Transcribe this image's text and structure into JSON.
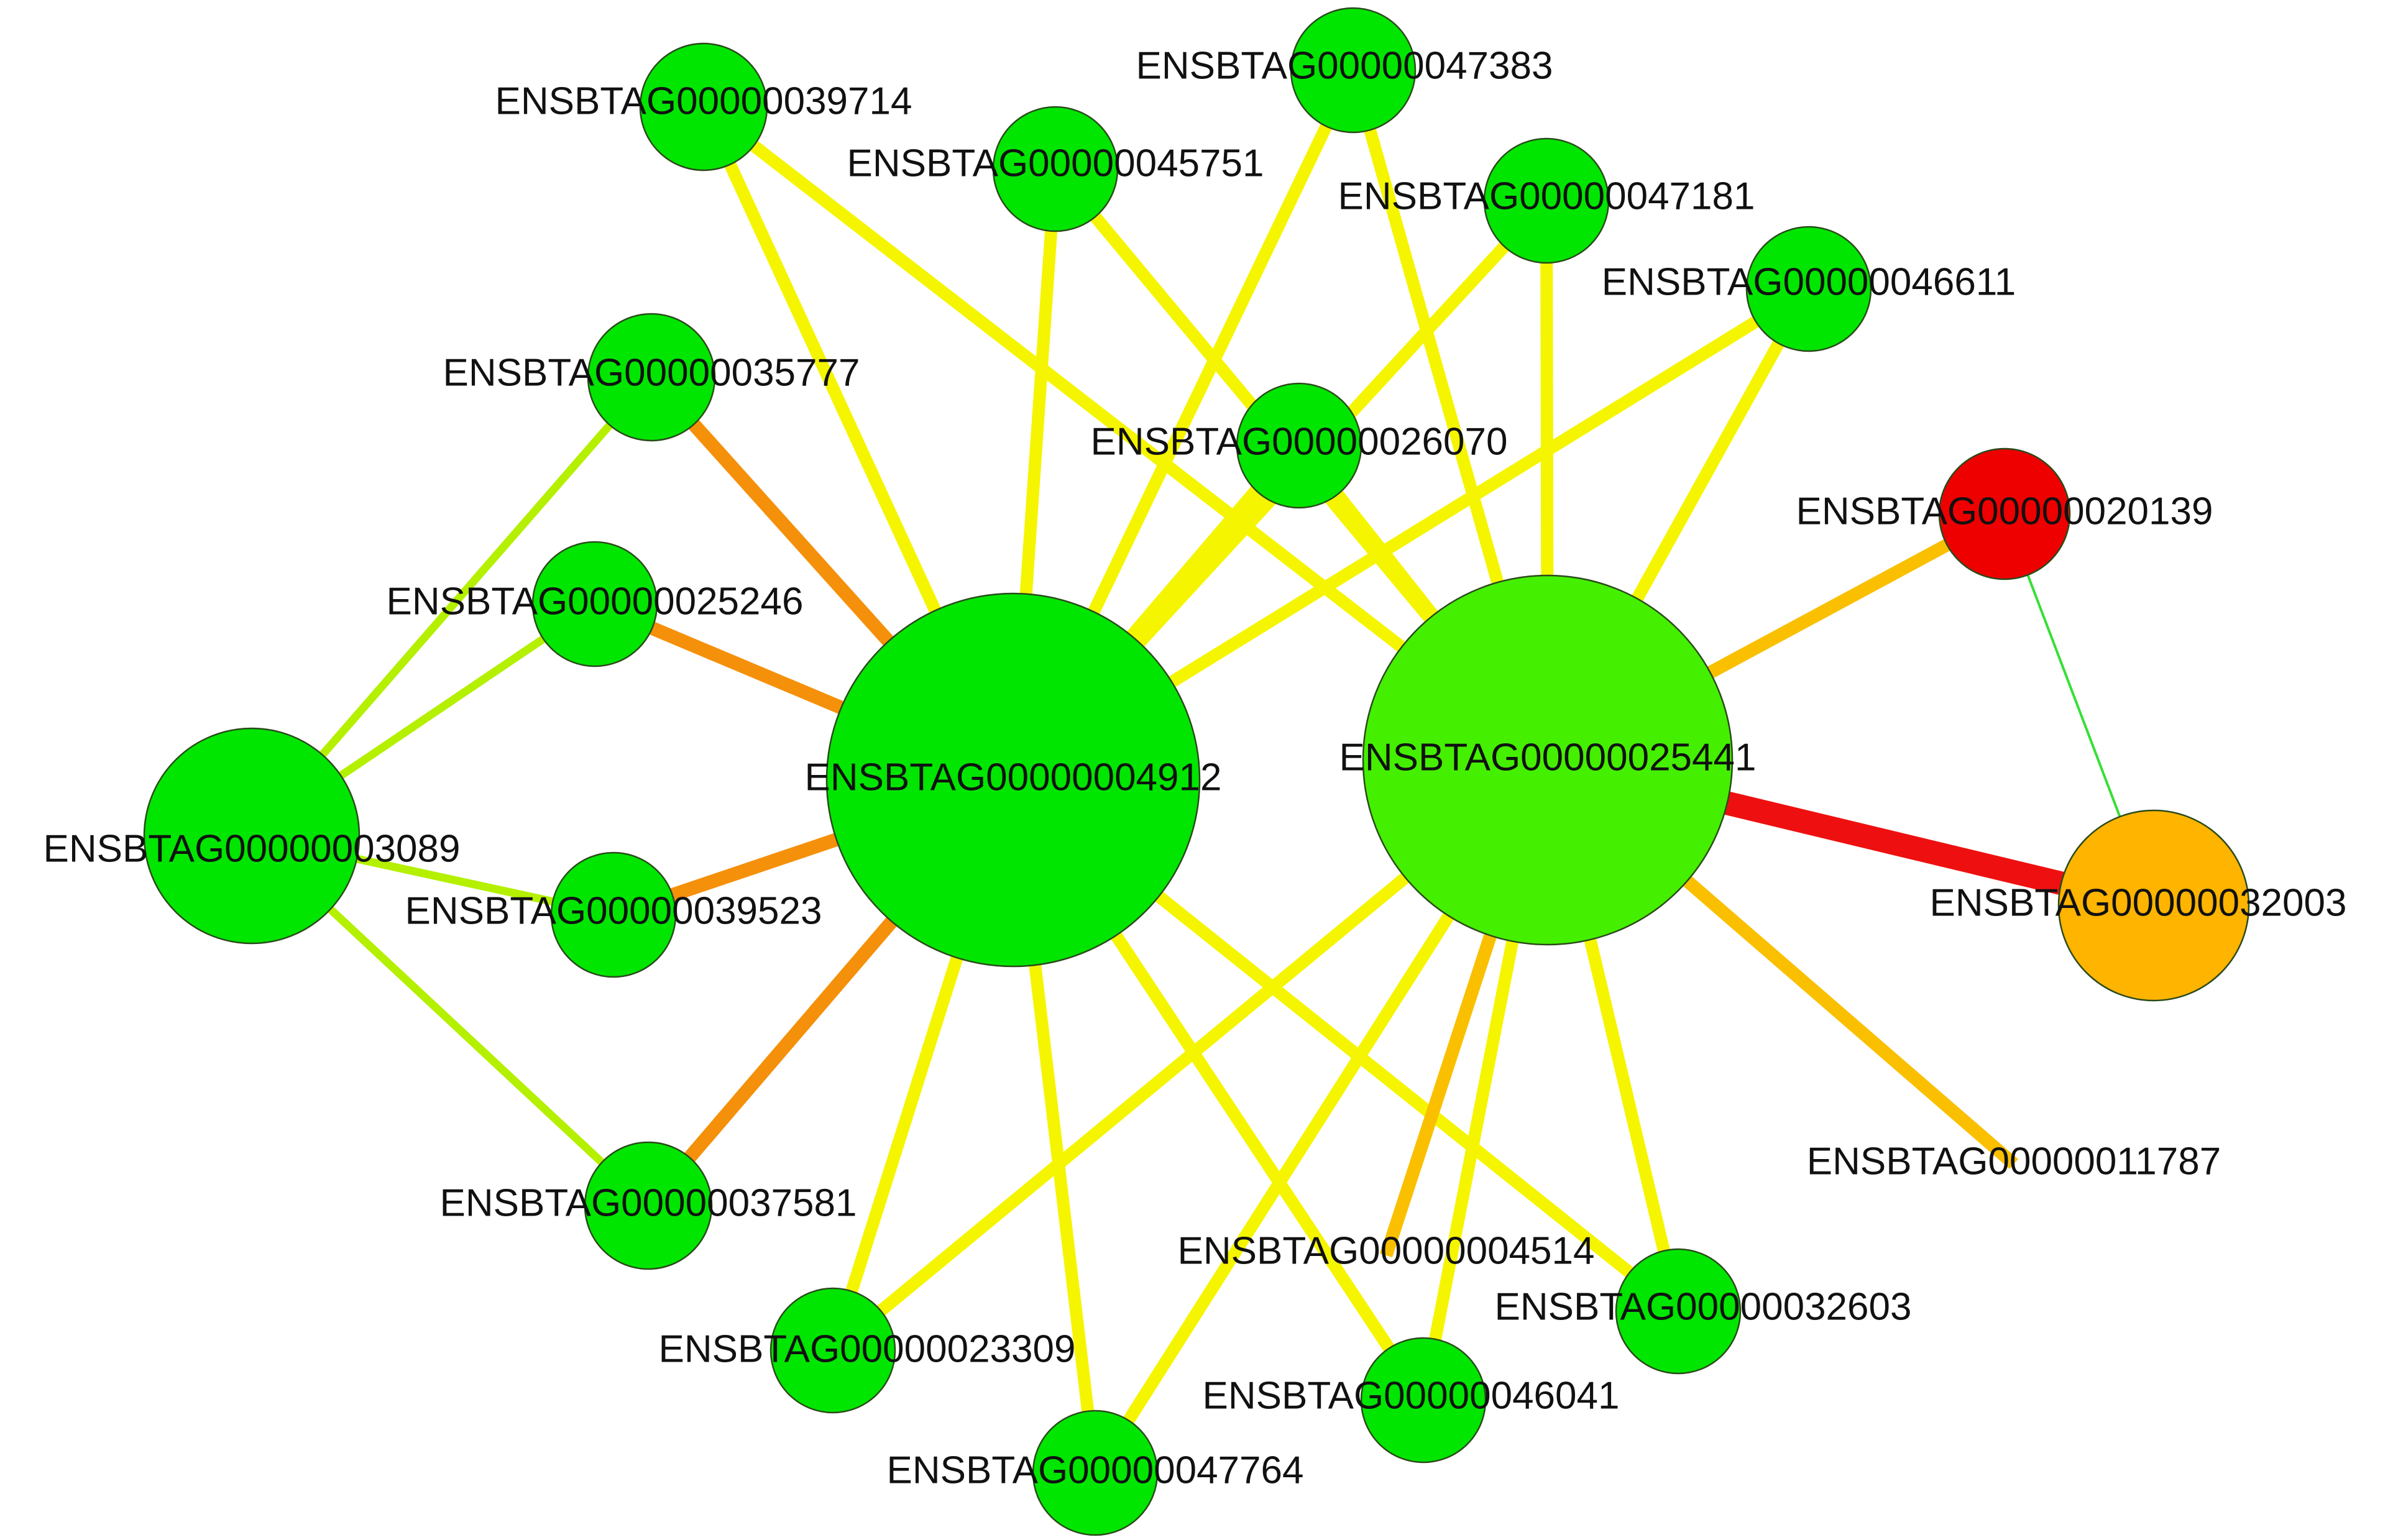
{
  "network": {
    "nodes": [
      {
        "id": "ENSBTAG00000004912",
        "color": "#00e600"
      },
      {
        "id": "ENSBTAG00000025441",
        "color": "#44f000"
      },
      {
        "id": "ENSBTAG00000003089",
        "color": "#00e600"
      },
      {
        "id": "ENSBTAG00000032003",
        "color": "#ffb400"
      },
      {
        "id": "ENSBTAG00000020139",
        "color": "#ee0000"
      },
      {
        "id": "ENSBTAG00000039714",
        "color": "#00e600"
      },
      {
        "id": "ENSBTAG00000045751",
        "color": "#00e600"
      },
      {
        "id": "ENSBTAG00000047383",
        "color": "#00e600"
      },
      {
        "id": "ENSBTAG00000047181",
        "color": "#00e600"
      },
      {
        "id": "ENSBTAG00000046611",
        "color": "#00e600"
      },
      {
        "id": "ENSBTAG00000035777",
        "color": "#00e600"
      },
      {
        "id": "ENSBTAG00000026070",
        "color": "#00e600"
      },
      {
        "id": "ENSBTAG00000025246",
        "color": "#00e600"
      },
      {
        "id": "ENSBTAG00000039523",
        "color": "#00e600"
      },
      {
        "id": "ENSBTAG00000037581",
        "color": "#00e600"
      },
      {
        "id": "ENSBTAG00000023309",
        "color": "#00e600"
      },
      {
        "id": "ENSBTAG00000047764",
        "color": "#00e600"
      },
      {
        "id": "ENSBTAG00000046041",
        "color": "#00e600"
      },
      {
        "id": "ENSBTAG00000032603",
        "color": "#00e600"
      },
      {
        "id": "ENSBTAG00000004514",
        "color": "#00e600"
      },
      {
        "id": "ENSBTAG00000011787",
        "color": "#00e600"
      }
    ],
    "edges": [
      {
        "source": "ENSBTAG00000004912",
        "target": "ENSBTAG00000039714",
        "color": "#f5f500"
      },
      {
        "source": "ENSBTAG00000004912",
        "target": "ENSBTAG00000045751",
        "color": "#f5f500"
      },
      {
        "source": "ENSBTAG00000004912",
        "target": "ENSBTAG00000047383",
        "color": "#f5f500"
      },
      {
        "source": "ENSBTAG00000004912",
        "target": "ENSBTAG00000047181",
        "color": "#f5f500"
      },
      {
        "source": "ENSBTAG00000004912",
        "target": "ENSBTAG00000046611",
        "color": "#f5f500"
      },
      {
        "source": "ENSBTAG00000004912",
        "target": "ENSBTAG00000026070",
        "color": "#f5f500"
      },
      {
        "source": "ENSBTAG00000004912",
        "target": "ENSBTAG00000035777",
        "color": "#f5900a"
      },
      {
        "source": "ENSBTAG00000004912",
        "target": "ENSBTAG00000025246",
        "color": "#f5900a"
      },
      {
        "source": "ENSBTAG00000004912",
        "target": "ENSBTAG00000039523",
        "color": "#f5900a"
      },
      {
        "source": "ENSBTAG00000004912",
        "target": "ENSBTAG00000037581",
        "color": "#f5900a"
      },
      {
        "source": "ENSBTAG00000004912",
        "target": "ENSBTAG00000023309",
        "color": "#f5f500"
      },
      {
        "source": "ENSBTAG00000004912",
        "target": "ENSBTAG00000047764",
        "color": "#f5f500"
      },
      {
        "source": "ENSBTAG00000004912",
        "target": "ENSBTAG00000046041",
        "color": "#f5f500"
      },
      {
        "source": "ENSBTAG00000004912",
        "target": "ENSBTAG00000032603",
        "color": "#f5f500"
      },
      {
        "source": "ENSBTAG00000025441",
        "target": "ENSBTAG00000039714",
        "color": "#f5f500"
      },
      {
        "source": "ENSBTAG00000025441",
        "target": "ENSBTAG00000045751",
        "color": "#f5f500"
      },
      {
        "source": "ENSBTAG00000025441",
        "target": "ENSBTAG00000047383",
        "color": "#f5f500"
      },
      {
        "source": "ENSBTAG00000025441",
        "target": "ENSBTAG00000047181",
        "color": "#f5f500"
      },
      {
        "source": "ENSBTAG00000025441",
        "target": "ENSBTAG00000046611",
        "color": "#f5f500"
      },
      {
        "source": "ENSBTAG00000025441",
        "target": "ENSBTAG00000026070",
        "color": "#f5f500"
      },
      {
        "source": "ENSBTAG00000025441",
        "target": "ENSBTAG00000020139",
        "color": "#fac000"
      },
      {
        "source": "ENSBTAG00000025441",
        "target": "ENSBTAG00000032003",
        "color": "#ee1010"
      },
      {
        "source": "ENSBTAG00000025441",
        "target": "ENSBTAG00000011787",
        "color": "#fac000"
      },
      {
        "source": "ENSBTAG00000025441",
        "target": "ENSBTAG00000004514",
        "color": "#fac000"
      },
      {
        "source": "ENSBTAG00000025441",
        "target": "ENSBTAG00000046041",
        "color": "#f5f500"
      },
      {
        "source": "ENSBTAG00000025441",
        "target": "ENSBTAG00000032603",
        "color": "#f5f500"
      },
      {
        "source": "ENSBTAG00000025441",
        "target": "ENSBTAG00000023309",
        "color": "#f5f500"
      },
      {
        "source": "ENSBTAG00000025441",
        "target": "ENSBTAG00000047764",
        "color": "#f5f500"
      },
      {
        "source": "ENSBTAG00000003089",
        "target": "ENSBTAG00000035777",
        "color": "#b4f000"
      },
      {
        "source": "ENSBTAG00000003089",
        "target": "ENSBTAG00000025246",
        "color": "#b4f000"
      },
      {
        "source": "ENSBTAG00000003089",
        "target": "ENSBTAG00000039523",
        "color": "#b4f000"
      },
      {
        "source": "ENSBTAG00000003089",
        "target": "ENSBTAG00000037581",
        "color": "#b4f000"
      },
      {
        "source": "ENSBTAG00000020139",
        "target": "ENSBTAG00000032003",
        "color": "#33e033"
      }
    ]
  }
}
